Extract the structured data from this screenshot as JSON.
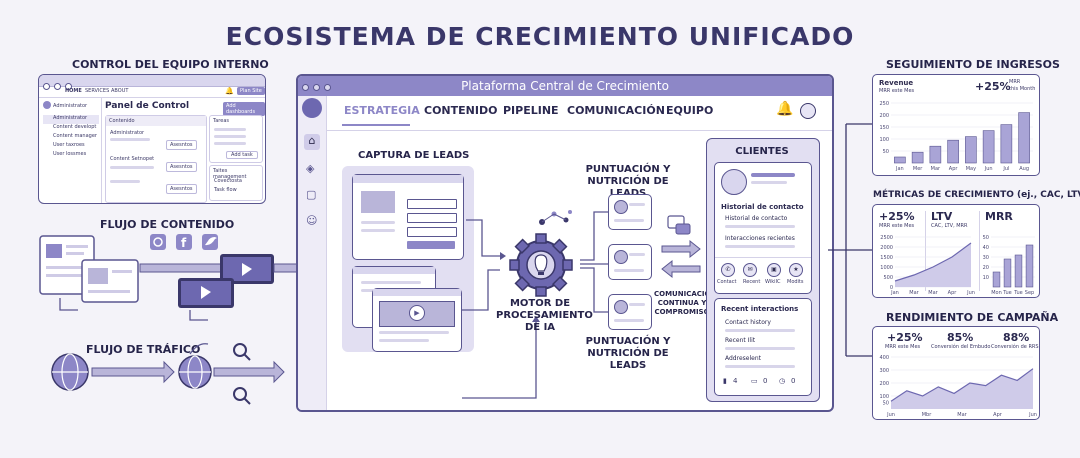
{
  "title": "ECOSISTEMA DE CRECIMIENTO UNIFICADO",
  "left": {
    "team_title": "CONTROL DEL EQUIPO INTERNO",
    "nav": [
      "HOME",
      "SERVICES",
      "ABOUT"
    ],
    "nav_button": "Plan Site",
    "admin_user": "Administrator",
    "panel_title": "Panel de Control",
    "panel_button": "Add dashboards",
    "sidebar": [
      "Administrator",
      "Content developt",
      "Content manager",
      "User taxroes",
      "User lossmes"
    ],
    "content_header": "Contenido",
    "content_rows": [
      "Administrator",
      "Content Setnopet"
    ],
    "assign_labels": [
      "Asesntos",
      "Asesntos",
      "Asesntos"
    ],
    "tasks_header": "Tareas",
    "tasks_button": "Add task",
    "tasks_mgmt": "Taites management",
    "tasks_mgmt_rows": [
      "Covectosta",
      "Task flow"
    ],
    "content_flow_title": "FLUJO DE CONTENIDO",
    "traffic_title": "FLUJO DE TRÁFICO"
  },
  "center": {
    "window_title": "Plataforma Central de Crecimiento",
    "nav": [
      "ESTRATEGIA",
      "CONTENIDO",
      "PIPELINE",
      "COMUNICACIÓN",
      "EQUIPO"
    ],
    "lead_capture": "CAPTURA DE LEADS",
    "engine": "MOTOR DE PROCESAMIENTO DE IA",
    "scoring_top": "PUNTUACIÓN Y NUTRICIÓN DE LEADS",
    "scoring_bottom": "PUNTUACIÓN Y NUTRICIÓN DE LEADS",
    "communication": "COMUNICACIÓN CONTINUA Y COMPROMISO",
    "clients": {
      "title": "CLIENTES",
      "history_title": "Historial de contacto",
      "history_item": "Historial de contacto",
      "recent": "Interacciones recientes",
      "actions": [
        "Contact",
        "Recent",
        "WikiIC",
        "Modits"
      ],
      "recent_interactions": "Recent interactions",
      "items": [
        "Contact history",
        "Recent Ilit",
        "Addreselent"
      ],
      "counts": [
        "4",
        "0",
        "0"
      ]
    }
  },
  "right": {
    "revenue_title": "SEGUIMIENTO DE INGRESOS",
    "metrics_title": "MÉTRICAS DE CRECIMIENTO (ej., CAC, LTV, MRR)",
    "campaign_title": "RENDIMIENTO DE CAMPAÑA",
    "revenue": {
      "label": "Revenue",
      "sub": "MRR este Mes",
      "kpi": "+25%",
      "kpi_label_1": "MRR",
      "kpi_label_2": "this Month"
    },
    "metrics": {
      "kpi1": "+25%",
      "kpi1_label": "MRR este Mes",
      "kpi2": "LTV",
      "kpi2_label": "CAC, LTV, MRR",
      "kpi3": "MRR"
    },
    "campaign": {
      "kpi1": "+25%",
      "kpi1_label": "MRR este Mes",
      "kpi2": "85%",
      "kpi2_label": "Conversión del Embudo",
      "kpi3": "88%",
      "kpi3_label": "Conversión de RRS"
    }
  },
  "chart_data": [
    {
      "type": "bar",
      "categories": [
        "Jan",
        "Mer",
        "Mar",
        "Apr",
        "May",
        "Jun",
        "Jul",
        "Aug"
      ],
      "values": [
        25,
        45,
        70,
        95,
        110,
        135,
        160,
        210
      ],
      "ylim": [
        0,
        250
      ],
      "yticks": [
        50,
        100,
        150,
        200,
        250
      ]
    },
    {
      "type": "area",
      "categories": [
        "Jan",
        "Mar",
        "Mar",
        "Apr",
        "Jun"
      ],
      "values": [
        300,
        600,
        1000,
        1500,
        2200
      ],
      "ylim": [
        0,
        2500
      ],
      "yticks": [
        0,
        500,
        1000,
        1500,
        2000,
        2500
      ]
    },
    {
      "type": "bar",
      "categories": [
        "Mon",
        "Tue",
        "Tue",
        "Sep"
      ],
      "values": [
        15,
        28,
        32,
        42
      ],
      "ylim": [
        0,
        50
      ],
      "yticks": [
        10,
        20,
        30,
        40,
        50
      ]
    },
    {
      "type": "area",
      "categories": [
        "Jun",
        "Mbr",
        "Mar",
        "Apr",
        "Jun"
      ],
      "values": [
        60,
        140,
        100,
        170,
        120,
        200,
        180,
        260,
        220,
        310
      ],
      "ylim": [
        0,
        400
      ],
      "yticks": [
        50,
        100,
        200,
        300,
        400
      ]
    }
  ]
}
